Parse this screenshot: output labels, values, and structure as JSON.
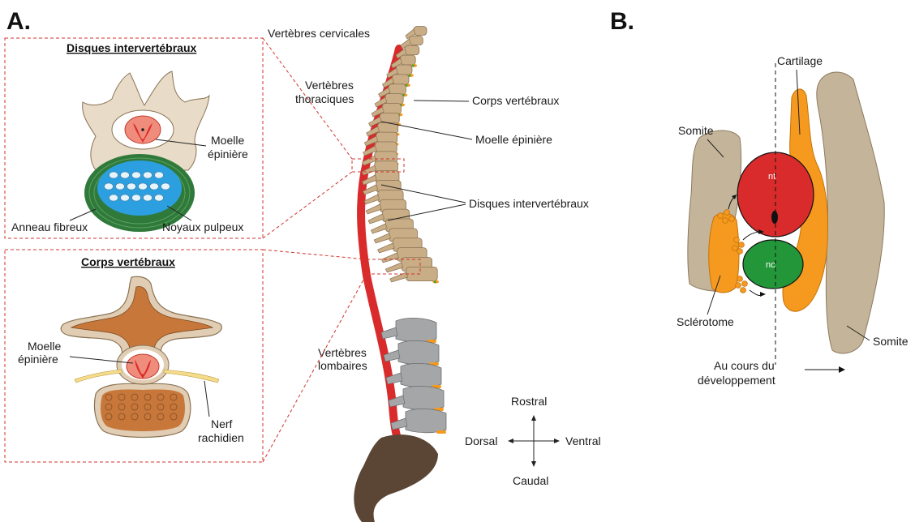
{
  "panels": {
    "a": "A.",
    "b": "B."
  },
  "panel_a": {
    "spine_labels": {
      "cervical": "Vertèbres cervicales",
      "thoracic_1": "Vertèbres",
      "thoracic_2": "thoraciques",
      "lumbar_1": "Vertèbres",
      "lumbar_2": "lombaires",
      "vertebral_bodies": "Corps vertébraux",
      "spinal_cord": "Moelle épinière",
      "discs": "Disques intervertébraux"
    },
    "disc_box": {
      "title": "Disques intervertébraux",
      "cord_1": "Moelle",
      "cord_2": "épinière",
      "annulus": "Anneau fibreux",
      "nucleus": "Noyaux pulpeux"
    },
    "body_box": {
      "title": "Corps vertébraux",
      "cord_1": "Moelle",
      "cord_2": "épinière",
      "nerve_1": "Nerf",
      "nerve_2": "rachidien"
    },
    "compass": {
      "north": "Rostral",
      "south": "Caudal",
      "west": "Dorsal",
      "east": "Ventral"
    }
  },
  "panel_b": {
    "somite_left": "Somite",
    "somite_right": "Somite",
    "cartilage": "Cartilage",
    "sclerotome": "Sclérotome",
    "nt": "nt",
    "nc": "nc",
    "development_1": "Au cours du",
    "development_2": "développement"
  },
  "colors": {
    "bone": "#c9ad86",
    "bone_light": "#e8dcc8",
    "cord_red": "#d92b2b",
    "nucleus_blue": "#2b9fe0",
    "annulus_green": "#2f7a3b",
    "cartilage_orange": "#f59a1e",
    "notochord_green": "#23963a",
    "sacrum": "#5b4535",
    "lumbar_grey": "#a4a6a8",
    "somite": "#c4b49a",
    "box_border": "#d0342c"
  }
}
